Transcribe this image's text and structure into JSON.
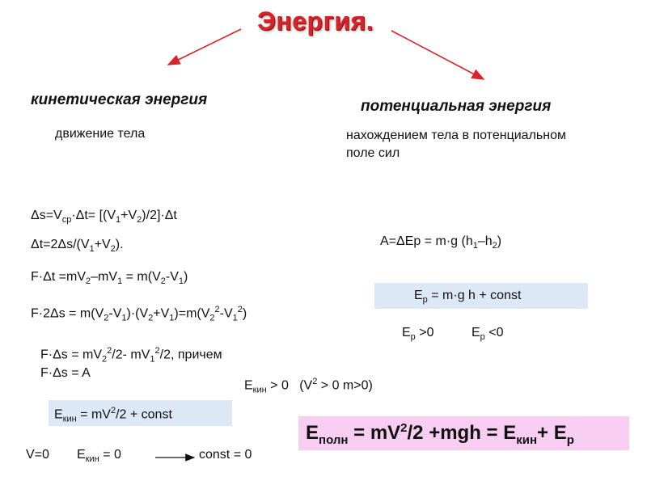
{
  "title": "Энергия.",
  "kinetic": {
    "heading": "кинетическая энергия",
    "subtitle": "движение тела"
  },
  "potential": {
    "heading": "потенциальная энергия",
    "subtitle_line1": "нахождением тела в потенциальном",
    "subtitle_line2": "поле сил"
  },
  "eq1": {
    "a": "Δs=V",
    "sub1": "ср",
    "b": "·Δt= [(V",
    "sub2": "1",
    "c": "+V",
    "sub3": "2",
    "d": ")/2]·Δt"
  },
  "eq2": {
    "a": "Δt=2Δs/(V",
    "sub1": "1",
    "b": "+V",
    "sub2": "2",
    "c": ")."
  },
  "eq3": {
    "a": "F·Δt =mV",
    "sub1": "2",
    "b": "–mV",
    "sub2": "1",
    "c": " = m(V",
    "sub3": "2",
    "d": "-V",
    "sub4": "1",
    "e": ")"
  },
  "eq4": {
    "a": "F·2Δs = m(V",
    "sub1": "2",
    "b": "-V",
    "sub2": "1",
    "c": ")·(V",
    "sub3": "2",
    "d": "+V",
    "sub4": "1",
    "e": ")=m(V",
    "sub5": "2",
    "sup5": "2",
    "f": "-V",
    "sub6": "1",
    "sup6": "2",
    "g": ")"
  },
  "eq5": {
    "a": "F·Δs = mV",
    "sub1": "2",
    "sup1": "2",
    "b": "/2- mV",
    "sub2": "1",
    "sup2": "2",
    "c": "/2, причем"
  },
  "eq6": "F·Δs = A",
  "eq7": {
    "a": "A=ΔEp = m·g (h",
    "sub1": "1",
    "b": "–h",
    "sub2": "2",
    "c": ")"
  },
  "box_potential": {
    "a": "E",
    "sub": "p",
    "b": " = m·g h + const"
  },
  "ep_signs": {
    "a": "E",
    "sub1": "p",
    "b": " >0",
    "c": "E",
    "sub2": "p",
    "d": " <0"
  },
  "ekin_pos": {
    "a": "E",
    "sub": "кин",
    "b": " > 0",
    "c": "(V",
    "sup": "2",
    "d": " > 0 m>0)"
  },
  "box_kinetic": {
    "a": "E",
    "sub": "кин",
    "b": " = mV",
    "sup": "2",
    "c": "/2 + const"
  },
  "bottom": {
    "a": "V=0",
    "b": "E",
    "sub": "кин",
    "c": " = 0",
    "d": "const = 0"
  },
  "total": {
    "a": "E",
    "sub1": "полн",
    "b": " = mV",
    "sup1": "2",
    "c": "/2 +mgh = E",
    "sub2": "кин",
    "d": "+ E",
    "sub3": "p"
  },
  "colors": {
    "title": "#d8232a",
    "arrow": "#d8232a",
    "box_blue": "#dde8f6",
    "box_pink": "#f7cdf1"
  }
}
